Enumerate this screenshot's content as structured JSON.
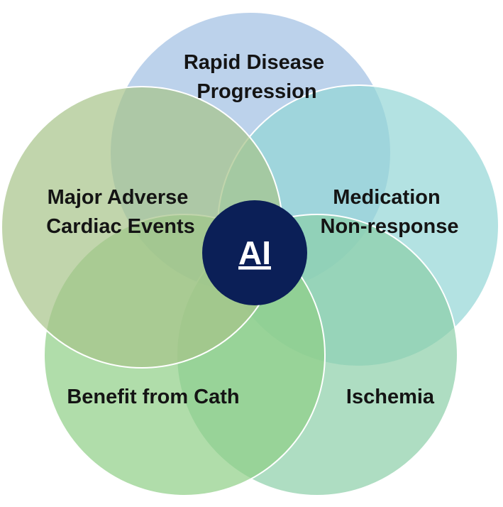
{
  "hub": {
    "label": "AI",
    "fill": "#0b1f57",
    "text_color": "#ffffff"
  },
  "circles": [
    {
      "id": "rapid",
      "label_lines": [
        "Rapid Disease",
        "Progression"
      ],
      "fill": "#9fbfe3",
      "stroke": "#ffffff"
    },
    {
      "id": "medication",
      "label_lines": [
        "Medication",
        "Non-response"
      ],
      "fill": "#93d5d6",
      "stroke": "#ffffff"
    },
    {
      "id": "ischemia",
      "label_lines": [
        "Ischemia"
      ],
      "fill": "#8ccfa8",
      "stroke": "#ffffff"
    },
    {
      "id": "cath",
      "label_lines": [
        "Benefit from Cath"
      ],
      "fill": "#8ecf86",
      "stroke": "#ffffff"
    },
    {
      "id": "mace",
      "label_lines": [
        "Major Adverse",
        "Cardiac Events"
      ],
      "fill": "#a7c389",
      "stroke": "#ffffff"
    }
  ]
}
